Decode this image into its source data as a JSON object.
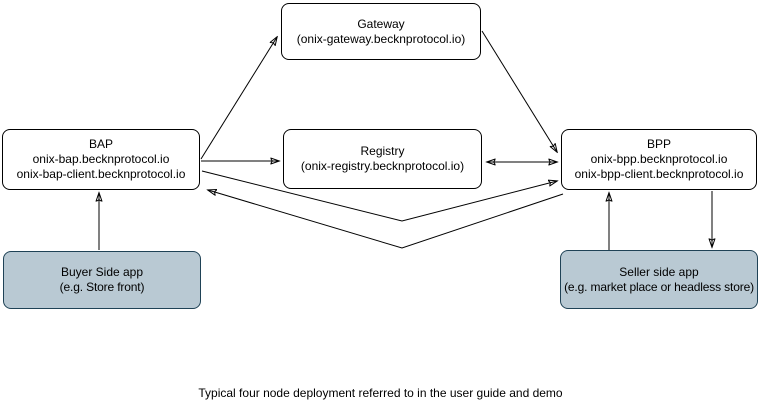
{
  "diagram": {
    "caption": "Typical four node deployment referred to in the user guide and demo",
    "nodes": {
      "gateway": {
        "title": "Gateway",
        "subtitle": "(onix-gateway.becknprotocol.io)"
      },
      "bap": {
        "title": "BAP",
        "line2": "onix-bap.becknprotocol.io",
        "line3": "onix-bap-client.becknprotocol.io"
      },
      "registry": {
        "title": "Registry",
        "subtitle": "(onix-registry.becknprotocol.io)"
      },
      "bpp": {
        "title": "BPP",
        "line2": "onix-bpp.becknprotocol.io",
        "line3": "onix-bpp-client.becknprotocol.io"
      },
      "buyer_app": {
        "title": "Buyer Side app",
        "subtitle": "(e.g. Store front)"
      },
      "seller_app": {
        "title": "Seller side app",
        "subtitle": "(e.g. market place or headless store)"
      }
    },
    "edges": [
      {
        "from": "BAP",
        "to": "Gateway",
        "arrows": "forward"
      },
      {
        "from": "Gateway",
        "to": "BPP",
        "arrows": "forward"
      },
      {
        "from": "BAP",
        "to": "Registry",
        "arrows": "forward"
      },
      {
        "from": "Registry",
        "to": "BPP",
        "arrows": "both"
      },
      {
        "from": "BAP",
        "to": "BPP",
        "arrows": "forward"
      },
      {
        "from": "BPP",
        "to": "BAP",
        "arrows": "forward"
      },
      {
        "from": "Buyer Side app",
        "to": "BAP",
        "arrows": "forward"
      },
      {
        "from": "Seller side app",
        "to": "BPP",
        "arrows": "forward"
      },
      {
        "from": "BPP",
        "to": "Seller side app",
        "arrows": "forward"
      }
    ],
    "colors": {
      "node_fill": "#ffffff",
      "node_border": "#000000",
      "app_node_fill": "#b9c9d3",
      "app_node_border": "#1f4256",
      "line": "#000000",
      "background": "#ffffff"
    }
  }
}
